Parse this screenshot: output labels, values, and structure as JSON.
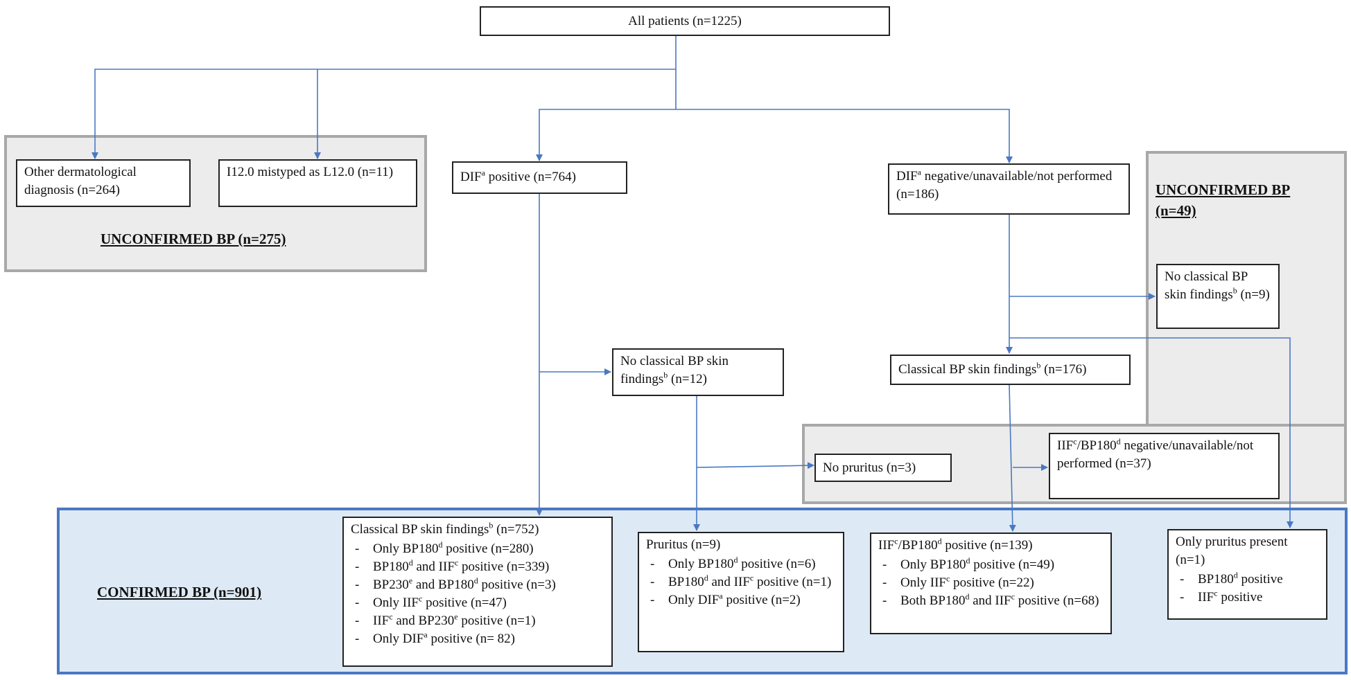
{
  "root": {
    "label": "All patients (n=1225)"
  },
  "unconfirmed_left": {
    "title": "UNCONFIRMED BP (n=275)",
    "other_dermatological": "Other dermatological diagnosis (n=264)",
    "mistyped": "I12.0 mistyped as L12.0 (n=11)"
  },
  "dif_positive": {
    "pre": "DIF",
    "sup": "a",
    "post": " positive (n=764)"
  },
  "dif_negative": {
    "pre": "DIF",
    "sup": "a",
    "post": " negative/unavailable/not performed (n=186)"
  },
  "unconfirmed_right": {
    "title_line1": "UNCONFIRMED BP",
    "title_line2": "(n=49)",
    "no_classical_right": {
      "pre": "No classical BP skin findings",
      "sup": "b",
      "post": " (n=9)"
    },
    "no_pruritus": "No pruritus (n=3)",
    "iif_bp180_negative": {
      "a": "IIF",
      "a_sup": "c",
      "b": "/BP180",
      "b_sup": "d",
      "c": " negative/unavailable/not performed (n=37)"
    }
  },
  "no_classical_mid": {
    "pre": "No classical BP skin findings",
    "sup": "b",
    "post": " (n=12)"
  },
  "classical_176": {
    "pre": "Classical BP skin findings",
    "sup": "b",
    "post": " (n=176)"
  },
  "confirmed": {
    "title": "CONFIRMED BP (n=901)",
    "classical_752": {
      "header": {
        "pre": "Classical BP skin findings",
        "sup": "b",
        "post": " (n=752)"
      },
      "items": [
        [
          {
            "t": "Only BP180"
          },
          {
            "s": "d"
          },
          {
            "t": " positive (n=280)"
          }
        ],
        [
          {
            "t": "BP180"
          },
          {
            "s": "d"
          },
          {
            "t": " and IIF"
          },
          {
            "s": "c"
          },
          {
            "t": " positive (n=339)"
          }
        ],
        [
          {
            "t": "BP230"
          },
          {
            "s": "e"
          },
          {
            "t": " and BP180"
          },
          {
            "s": "d"
          },
          {
            "t": " positive (n=3)"
          }
        ],
        [
          {
            "t": "Only IIF"
          },
          {
            "s": "c"
          },
          {
            "t": " positive (n=47)"
          }
        ],
        [
          {
            "t": "IIF"
          },
          {
            "s": "c"
          },
          {
            "t": " and BP230"
          },
          {
            "s": "e"
          },
          {
            "t": " positive (n=1)"
          }
        ],
        [
          {
            "t": "Only DIF"
          },
          {
            "s": "a"
          },
          {
            "t": " positive (n= 82)"
          }
        ]
      ]
    },
    "pruritus_9": {
      "header": "Pruritus (n=9)",
      "items": [
        [
          {
            "t": "Only BP180"
          },
          {
            "s": "d"
          },
          {
            "t": " positive (n=6)"
          }
        ],
        [
          {
            "t": "BP180"
          },
          {
            "s": "d"
          },
          {
            "t": " and IIF"
          },
          {
            "s": "c"
          },
          {
            "t": " positive (n=1)"
          }
        ],
        [
          {
            "t": "Only DIF"
          },
          {
            "s": "a"
          },
          {
            "t": " positive (n=2)"
          }
        ]
      ]
    },
    "iif_positive_139": {
      "header": {
        "a": "IIF",
        "a_sup": "c",
        "b": "/BP180",
        "b_sup": "d",
        "c": " positive (n=139)"
      },
      "items": [
        [
          {
            "t": "Only BP180"
          },
          {
            "s": "d"
          },
          {
            "t": " positive (n=49)"
          }
        ],
        [
          {
            "t": "Only IIF"
          },
          {
            "s": "c"
          },
          {
            "t": " positive (n=22)"
          }
        ],
        [
          {
            "t": "Both BP180"
          },
          {
            "s": "d"
          },
          {
            "t": " and IIF"
          },
          {
            "s": "c"
          },
          {
            "t": " positive (n=68)"
          }
        ]
      ]
    },
    "only_pruritus_1": {
      "header": "Only pruritus present (n=1)",
      "items": [
        [
          {
            "t": "BP180"
          },
          {
            "s": "d"
          },
          {
            "t": " positive"
          }
        ],
        [
          {
            "t": "IIF"
          },
          {
            "s": "c"
          },
          {
            "t": " positive"
          }
        ]
      ]
    }
  },
  "colors": {
    "arrow": "#4a78c2",
    "gray_region": "#ececec",
    "blue_region": "#dde9f4",
    "gray_border": "#a8a8a8"
  }
}
